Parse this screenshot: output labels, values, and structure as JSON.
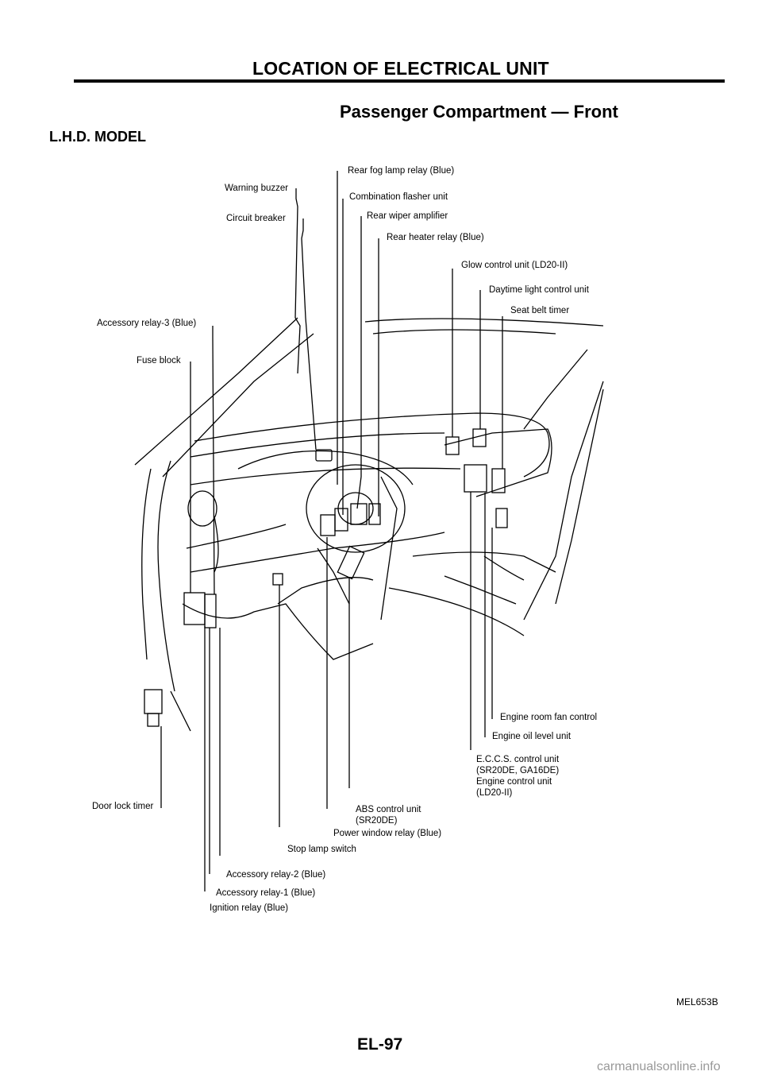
{
  "header": {
    "title": "LOCATION OF ELECTRICAL UNIT",
    "subtitle": "Passenger Compartment — Front",
    "model": "L.H.D. MODEL"
  },
  "labels": {
    "warning_buzzer": "Warning buzzer",
    "circuit_breaker": "Circuit breaker",
    "rear_fog_lamp_relay": "Rear fog lamp relay (Blue)",
    "combination_flasher_unit": "Combination flasher unit",
    "rear_wiper_amplifier": "Rear wiper amplifier",
    "rear_heater_relay": "Rear heater relay (Blue)",
    "glow_control_unit": "Glow control unit (LD20-II)",
    "daytime_light_control_unit": "Daytime light control unit",
    "seat_belt_timer": "Seat belt timer",
    "accessory_relay_3": "Accessory relay-3 (Blue)",
    "fuse_block": "Fuse block",
    "door_lock_timer": "Door lock timer",
    "engine_room_fan_control": "Engine room fan control",
    "engine_oil_level_unit": "Engine oil level unit",
    "eccs_control_unit": "E.C.C.S. control unit\n(SR20DE, GA16DE)\nEngine control unit\n(LD20-II)",
    "abs_control_unit": "ABS control unit\n(SR20DE)",
    "power_window_relay": "Power window relay (Blue)",
    "stop_lamp_switch": "Stop lamp switch",
    "accessory_relay_2": "Accessory relay-2 (Blue)",
    "accessory_relay_1": "Accessory relay-1 (Blue)",
    "ignition_relay": "Ignition relay (Blue)"
  },
  "footer": {
    "figure_code": "MEL653B",
    "page_number": "EL-97",
    "watermark": "carmanualsonline.info"
  }
}
